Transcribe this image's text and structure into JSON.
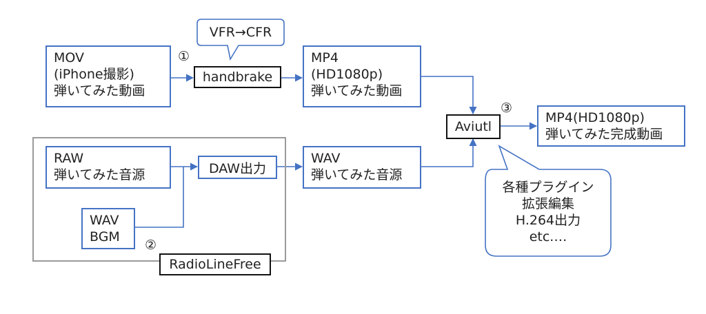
{
  "source_video": {
    "lines": [
      "MOV",
      "(iPhone撮影)",
      "弾いてみた動画"
    ]
  },
  "handbrake": {
    "label": "handbrake",
    "step": "①"
  },
  "callout_vfr": {
    "text": "VFR→CFR"
  },
  "mp4_hd": {
    "lines": [
      "MP4",
      "(HD1080p)",
      "弾いてみた動画"
    ]
  },
  "aviutl": {
    "label": "Aviutl",
    "step": "③"
  },
  "final_output": {
    "lines": [
      "MP4(HD1080p)",
      "弾いてみた完成動画"
    ]
  },
  "raw_audio": {
    "lines": [
      "RAW",
      "弾いてみた音源"
    ]
  },
  "daw_output": {
    "label": "DAW出力"
  },
  "wav_bgm": {
    "lines": [
      "WAV",
      "BGM"
    ]
  },
  "wav_audio": {
    "lines": [
      "WAV",
      "弾いてみた音源"
    ]
  },
  "radiolinefree": {
    "label": "RadioLineFree",
    "step": "②"
  },
  "callout_aviutl": {
    "lines": [
      "各種プラグイン",
      "拡張編集",
      "H.264出力",
      "etc.…"
    ]
  },
  "colors": {
    "flow": "#4472C4",
    "frame": "#9a9a9a",
    "text": "#222222"
  }
}
